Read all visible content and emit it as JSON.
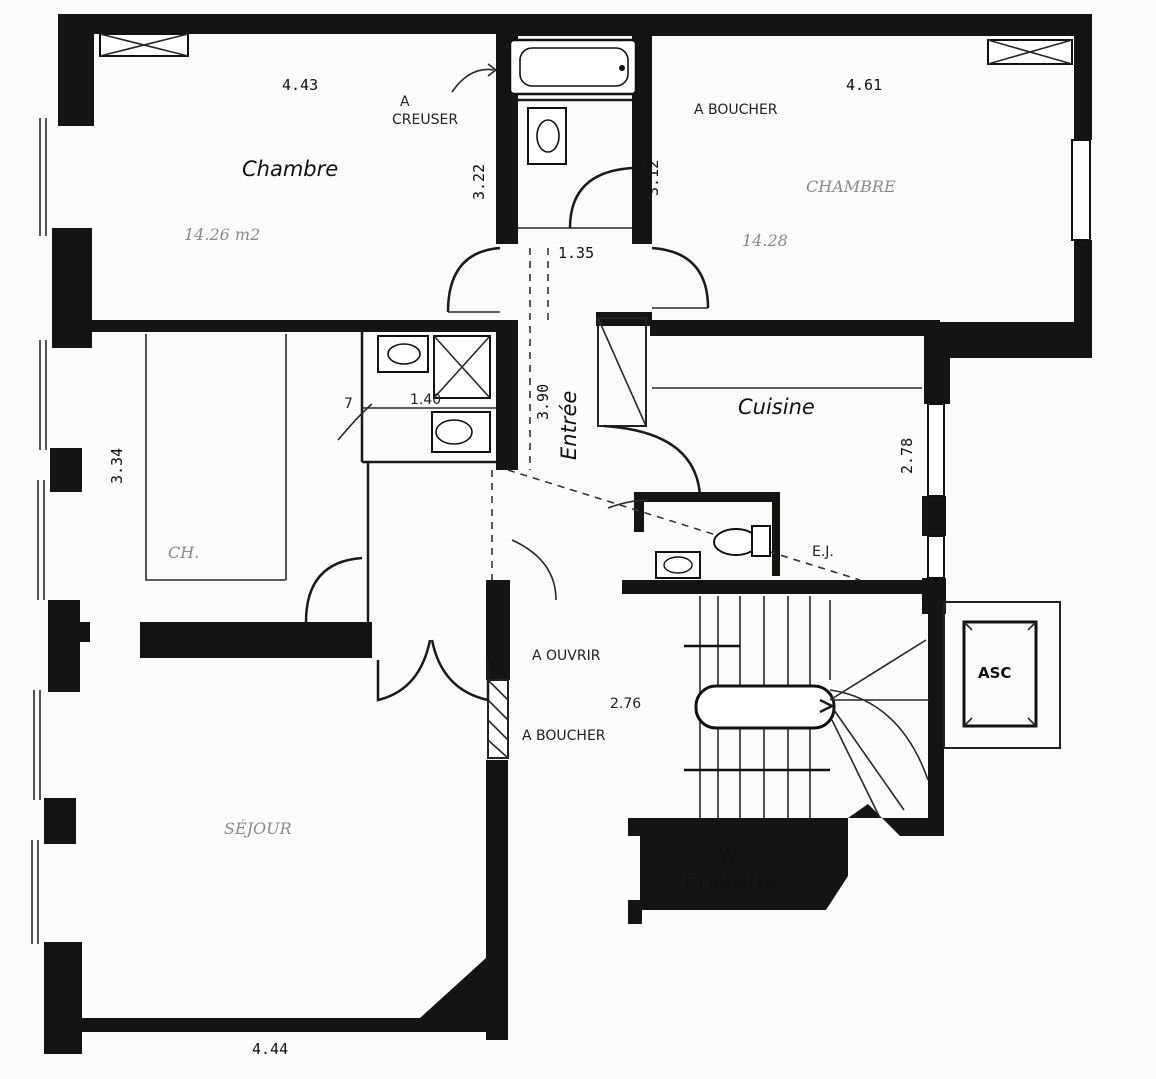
{
  "rooms": {
    "chambre_1": "Chambre",
    "chambre_2": "CHAMBRE",
    "cuisine": "Cuisine",
    "entree": "Entrée",
    "sejour": "SÉJOUR",
    "chambre_3": "CH.",
    "wc_1": "WC",
    "wc_2": "COMMUN",
    "asc": "ASC"
  },
  "dimensions": {
    "d_443": "4.43",
    "d_461": "4.61",
    "d_322": "3.22",
    "d_312": "3.12",
    "d_135": "1.35",
    "d_334": "3.34",
    "d_390": "3.90",
    "d_278": "2.78",
    "d_444": "4.44",
    "d_140": "1.40",
    "d_7": "7",
    "d_276": "2.76"
  },
  "areas": {
    "a_ch1": "14.26 m2",
    "a_ch2": "14.28"
  },
  "annotations": {
    "a_creuser_1": "A",
    "a_creuser_2": "CREUSER",
    "a_boucher_top": "A BOUCHER",
    "a_ouvrir": "A OUVRIR",
    "a_boucher_mid": "A BOUCHER",
    "ej": "E.J."
  }
}
